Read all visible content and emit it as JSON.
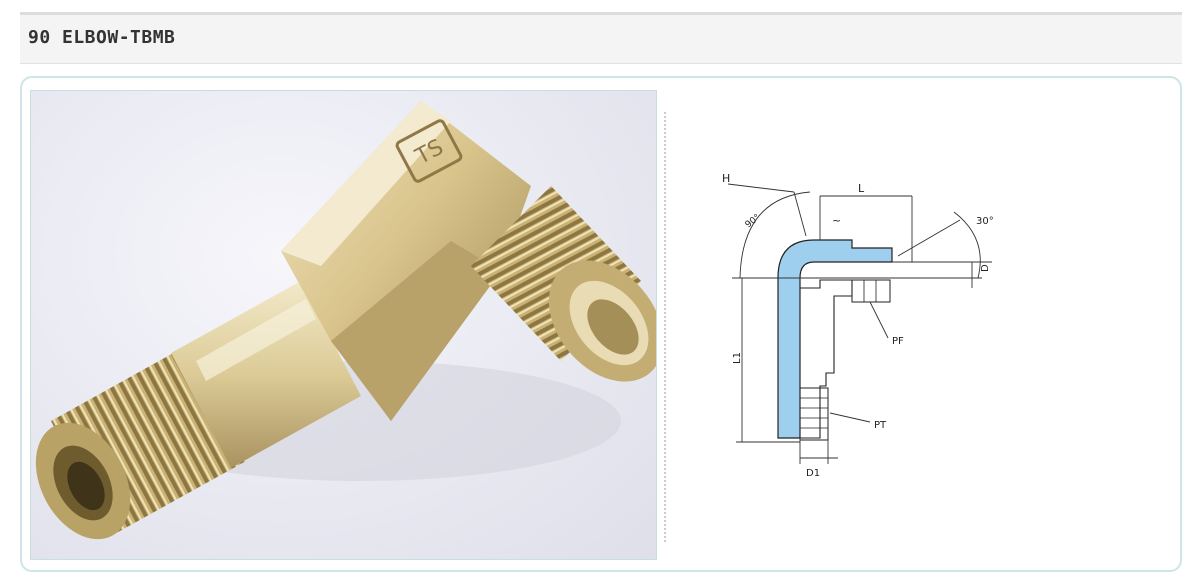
{
  "page": {
    "title": "90 ELBOW-TBMB"
  },
  "drawing": {
    "labels": {
      "h": "H",
      "angle90": "90°",
      "l": "L",
      "tilde": "~",
      "d": "D",
      "angle30": "30°",
      "pf": "PF",
      "l1": "L1",
      "pt": "PT",
      "d1": "D1"
    }
  }
}
